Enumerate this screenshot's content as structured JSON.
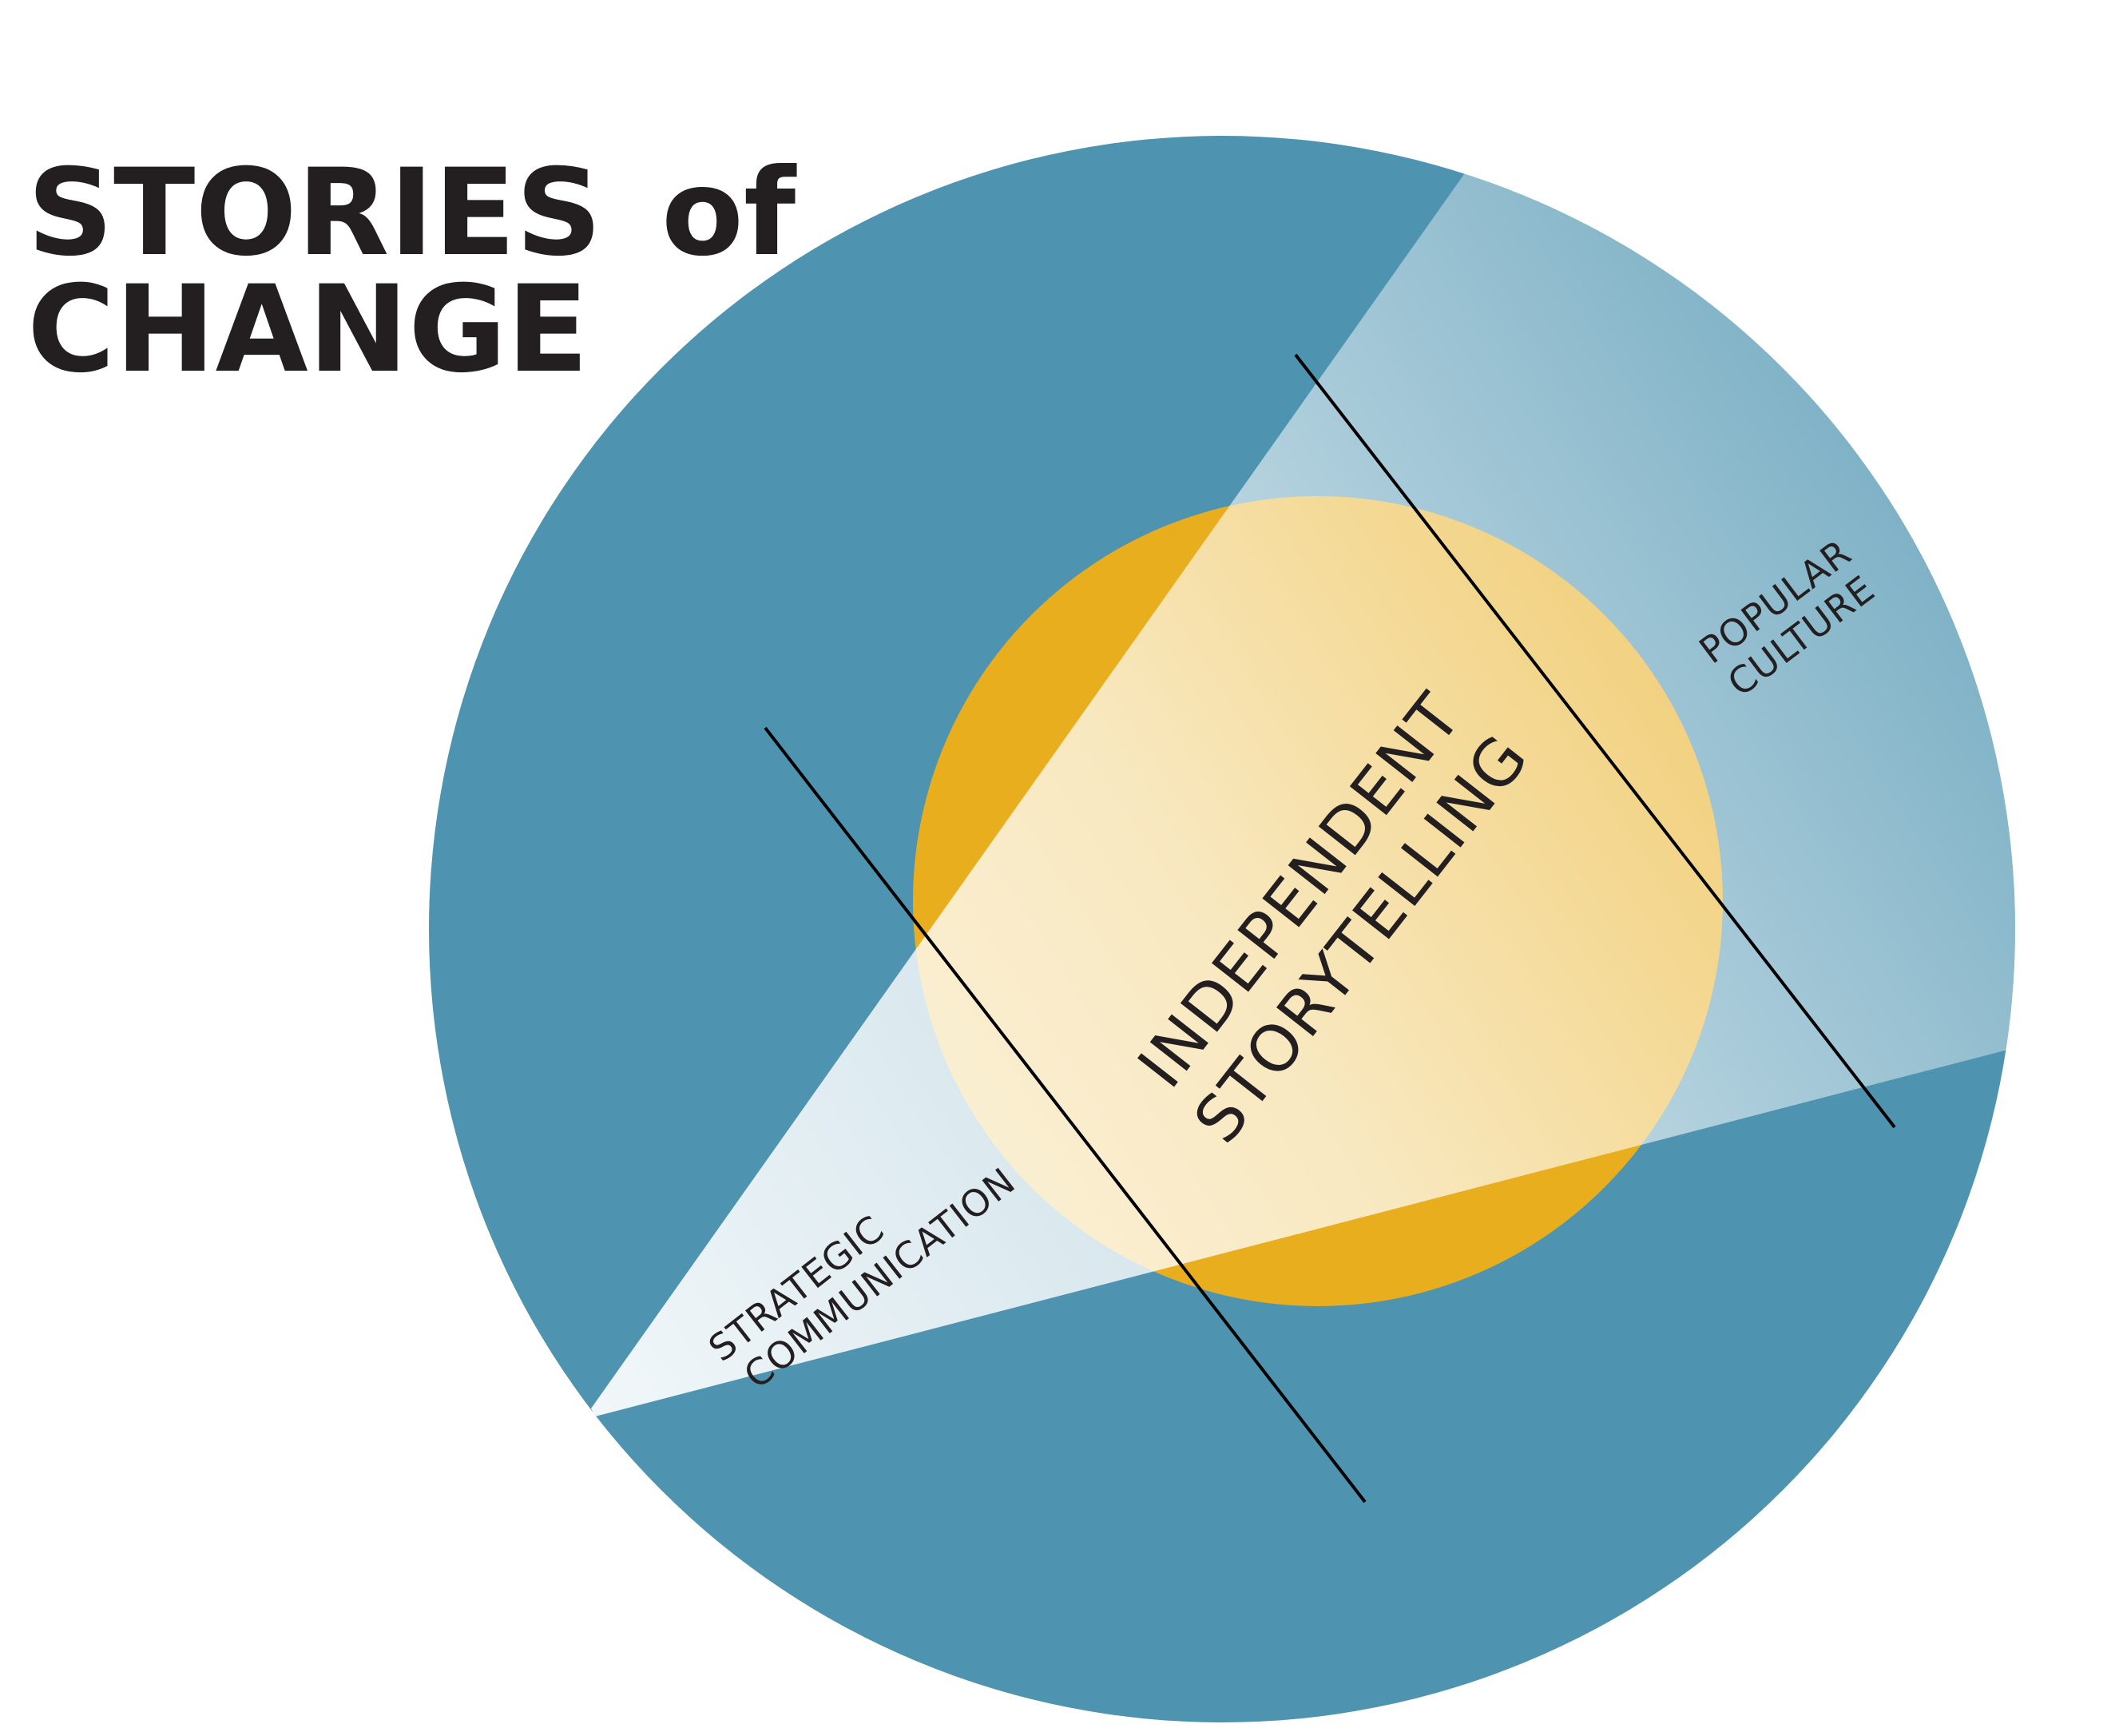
{
  "title": {
    "line1_main": "STORIES",
    "line1_suffix": "of",
    "line2": "CHANGE"
  },
  "labels": {
    "center_line1": "INDEPENDENT",
    "center_line2": "STORYTELLING",
    "popular_line1": "POPULAR",
    "popular_line2": "CULTURE",
    "strategic_line1": "STRATEGIC",
    "strategic_line2": "COMMUNICATION"
  },
  "colors": {
    "outer_circle": "#4e94b1",
    "beam": "#ffffff",
    "inner_circle": "#e8ae1e",
    "text": "#231f20",
    "line": "#000000"
  }
}
